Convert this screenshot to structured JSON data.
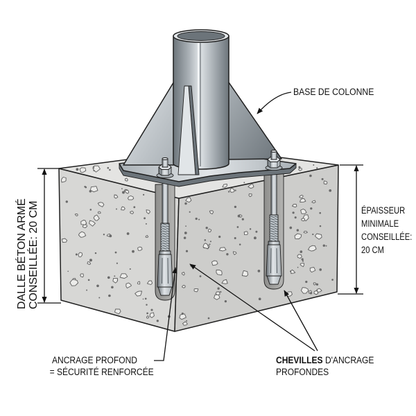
{
  "labels": {
    "column_base": "BASE DE COLONNE",
    "slab_note": {
      "line1": "DALLE BÉTON ARMÉ",
      "line2": "CONSEILLÉE: 20 CM"
    },
    "thickness_note": {
      "line1": "ÉPAISSEUR",
      "line2": "MINIMALE",
      "line3": "CONSEILLÉE:",
      "line4": "20 CM"
    },
    "deep_anchoring_note": {
      "line1": "ANCRAGE PROFOND",
      "line2": "= SÉCURITÉ RENFORCÉE"
    },
    "anchor_bolts_note": {
      "bold": "CHEVILLES",
      "rest": "D'ANCRAGE",
      "line2": "PROFONDES"
    }
  },
  "colors": {
    "background": "#ffffff",
    "concrete_top": "#e4e4e2",
    "concrete_left": "#d7d7d5",
    "concrete_right": "#cdcdcb",
    "concrete_cut": "#b4b4b2",
    "concrete_cut_dark": "#8e8e8c",
    "steel_light": "#e1e5e8",
    "steel_mid": "#aab1b6",
    "steel_dark": "#6c747a",
    "outline": "#1f1f1f",
    "text": "#111111"
  }
}
